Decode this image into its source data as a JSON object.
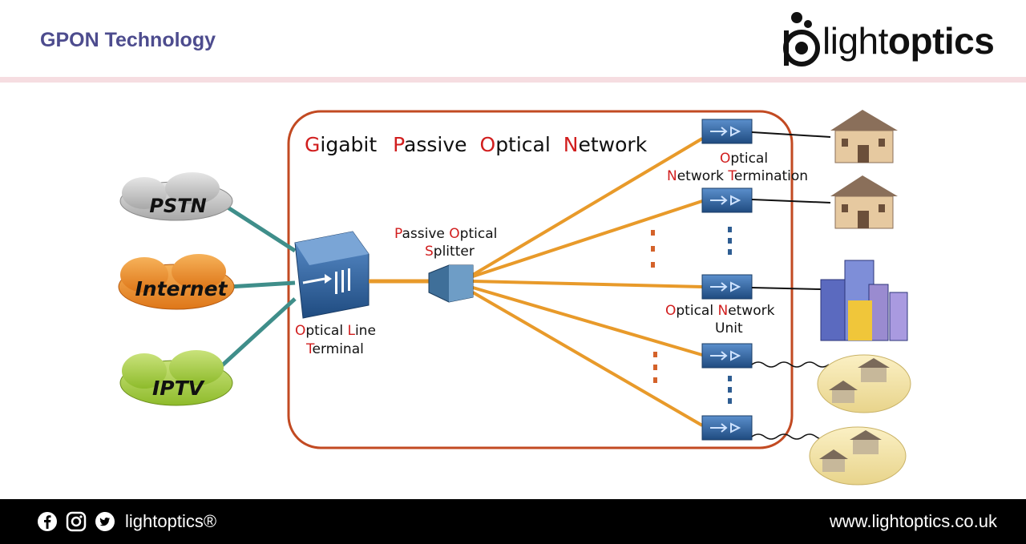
{
  "header": {
    "title": "GPON Technology",
    "logo_text_light": "light",
    "logo_text_bold": "optics"
  },
  "diagram": {
    "network_title": [
      {
        "initial": "G",
        "rest": "igabit"
      },
      {
        "initial": "P",
        "rest": "assive"
      },
      {
        "initial": "O",
        "rest": "ptical"
      },
      {
        "initial": "N",
        "rest": "etwork"
      }
    ],
    "services": [
      "PSTN",
      "Internet",
      "IPTV"
    ],
    "olt_label": {
      "line1_a": "O",
      "line1_b": "ptical ",
      "line1_c": "L",
      "line1_d": "ine",
      "line2_a": "T",
      "line2_b": "erminal"
    },
    "splitter_label": {
      "line1_a": "P",
      "line1_b": "assive ",
      "line1_c": "O",
      "line1_d": "ptical",
      "line2_a": "S",
      "line2_b": "plitter"
    },
    "ont_label": {
      "line1_a": "O",
      "line1_b": "ptical",
      "line2_a": "N",
      "line2_b": "etwork ",
      "line2_c": "T",
      "line2_d": "ermination"
    },
    "onu_label": {
      "line1_a": "O",
      "line1_b": "ptical ",
      "line1_c": "N",
      "line1_d": "etwork",
      "line2": "Unit"
    },
    "colors": {
      "accent_red": "#d11e1e",
      "border_orange": "#c24a22",
      "fiber_orange": "#e89a2a",
      "link_teal": "#3f8e8a",
      "device_blue": "#2e5d92",
      "title_purple": "#4d4c8e"
    }
  },
  "footer": {
    "brand": "lightoptics®",
    "url": "www.lightoptics.co.uk",
    "social_icons": [
      "facebook-icon",
      "instagram-icon",
      "twitter-icon"
    ]
  }
}
